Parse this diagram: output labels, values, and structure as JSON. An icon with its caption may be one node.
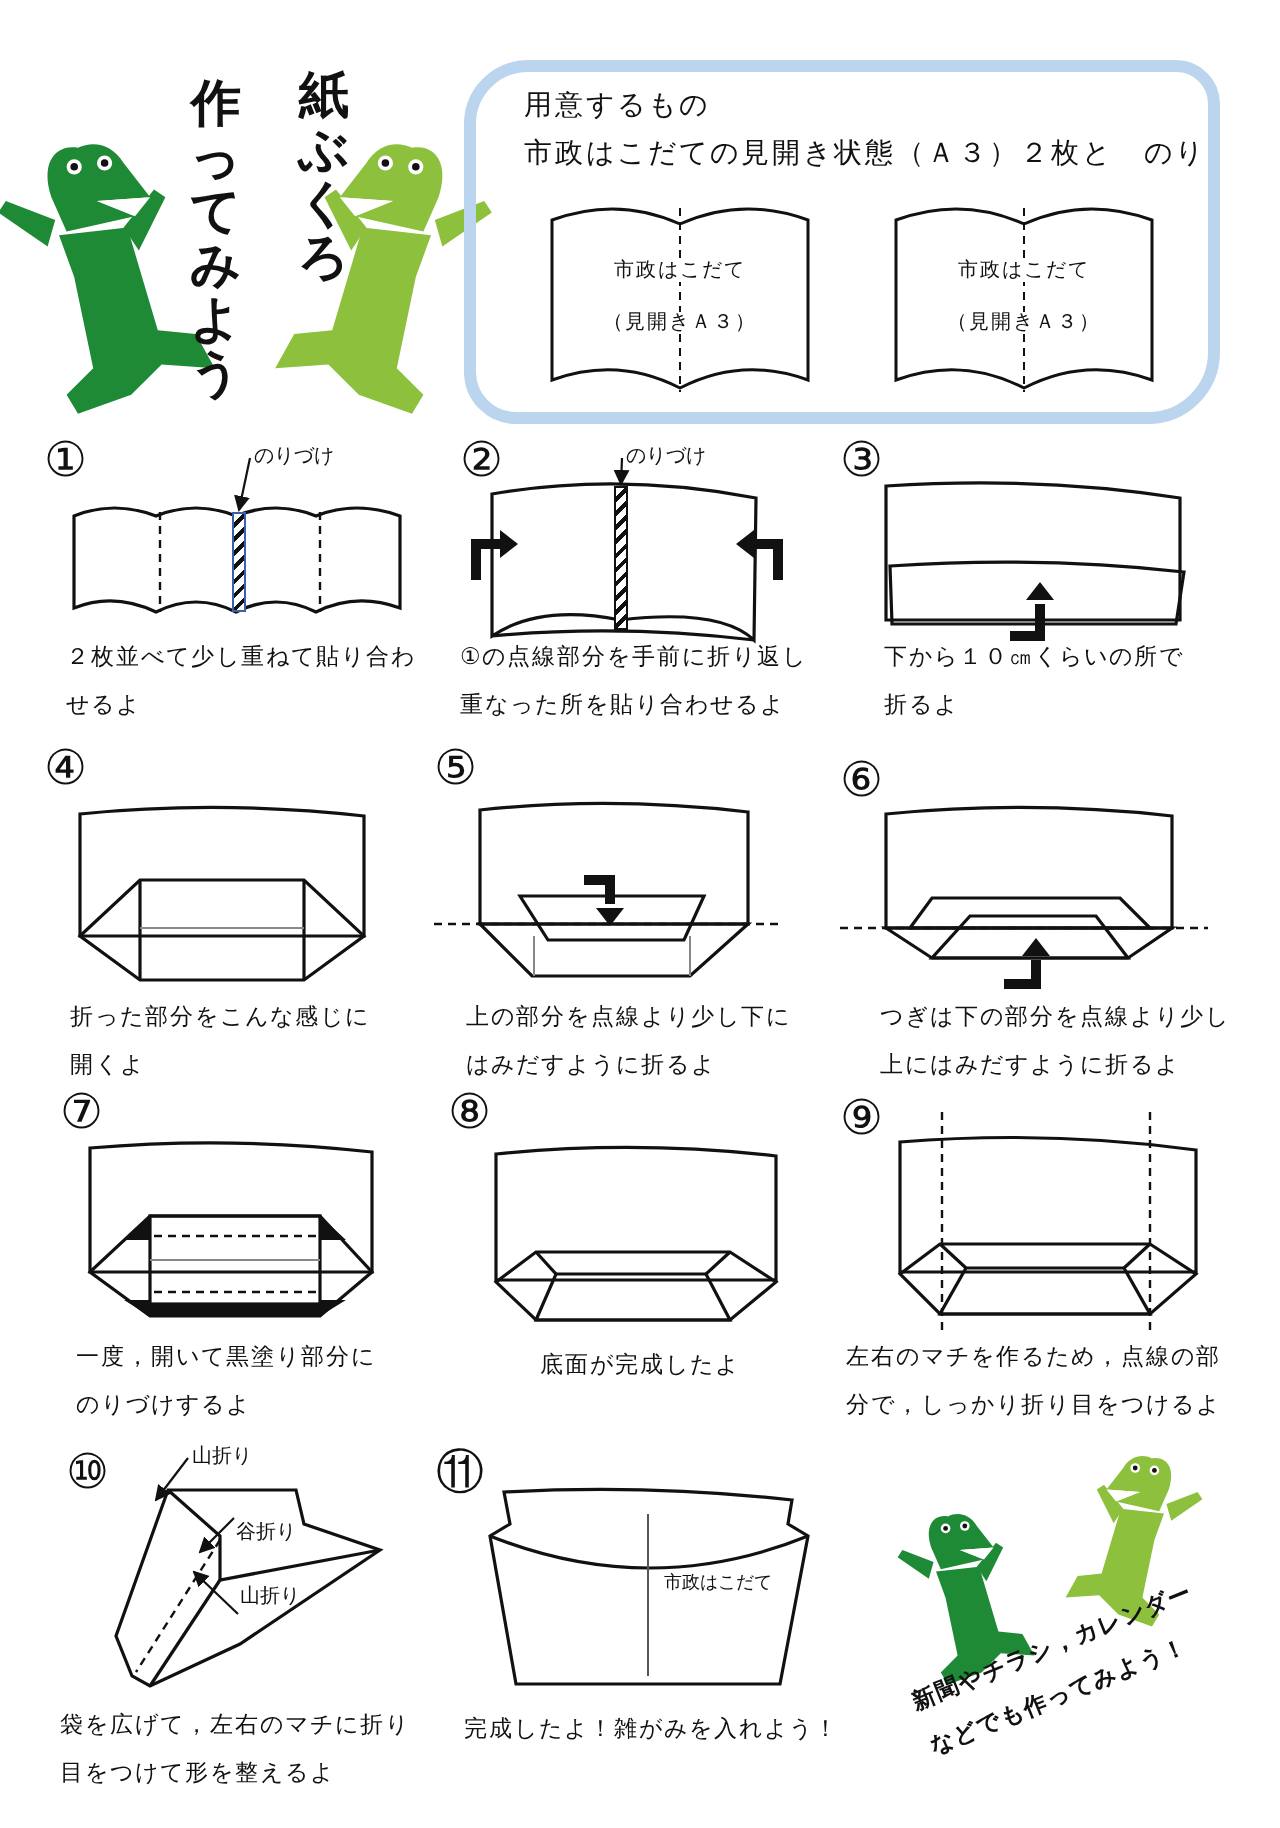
{
  "diagram": {
    "nodes": [
      {
        "text": [
          "用意するもの",
          "市政はこだての見開き状態（Ａ３）２枚と　のり"
        ]
      },
      {
        "text": [
          "市政はこだて",
          "（見開きＡ３）"
        ],
        "in": 0
      },
      {
        "text": [
          "市政はこだて",
          "（見開きＡ３）"
        ],
        "in": 0
      },
      {
        "text": [
          "のりづけ"
        ]
      },
      {
        "text": [],
        "shape": "bar"
      },
      {
        "text": [
          "のりづけ"
        ]
      },
      {
        "text": [],
        "shape": "bar"
      },
      {
        "text": [
          "山折り"
        ]
      },
      {
        "text": [
          "谷折り"
        ]
      },
      {
        "text": [
          "山折り"
        ]
      }
    ],
    "edges": [
      {
        "from": 3,
        "to": 4,
        "arrow": "to"
      },
      {
        "from": 5,
        "to": 6,
        "arrow": "to"
      },
      {
        "from": 7,
        "to": null,
        "arrow": "to"
      },
      {
        "from": 8,
        "to": null,
        "arrow": "to"
      },
      {
        "from": 9,
        "to": null,
        "arrow": "to"
      }
    ],
    "labels": [
      "紙ぶくろ",
      "作ってみよう",
      "①",
      "②",
      "③",
      "２枚並べて少し重ねて貼り合わせるよ",
      "①の点線部分を手前に折り返し重なった所を貼り合わせるよ",
      "下から１０㎝くらいの所で折るよ",
      "④",
      "⑤",
      "⑥",
      "折った部分をこんな感じに開くよ",
      "上の部分を点線より少し下にはみだすように折るよ",
      "つぎは下の部分を点線より少し上にはみだすように折るよ",
      "⑦",
      "⑧",
      "⑨",
      "一度，開いて黒塗り部分にのりづけするよ",
      "底面が完成したよ",
      "左右のマチを作るため，点線の部分で，しっかり折り目をつけるよ",
      "⑩",
      "⑪",
      "市政はこだて",
      "袋を広げて，左右のマチに折り目をつけて形を整えるよ",
      "完成したよ！雑がみを入れよう！",
      "新聞やチラシ，カレンダーなどでも作ってみよう！"
    ]
  }
}
